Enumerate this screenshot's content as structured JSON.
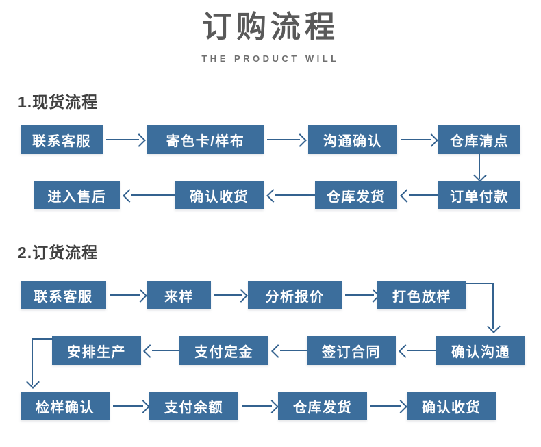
{
  "header": {
    "title": "订购流程",
    "subtitle": "THE PRODUCT WILL"
  },
  "sections": [
    {
      "heading": "1.现货流程",
      "rows": [
        {
          "direction": "ltr",
          "nodes": [
            "联系客服",
            "寄色卡/样布",
            "沟通确认",
            "仓库清点"
          ]
        },
        {
          "direction": "rtl",
          "nodes": [
            "进入售后",
            "确认收货",
            "仓库发货",
            "订单付款"
          ]
        }
      ],
      "connectors": [
        {
          "name": "warehouse-check-to-order-payment",
          "type": "vertical-down"
        }
      ]
    },
    {
      "heading": "2.订货流程",
      "rows": [
        {
          "direction": "ltr",
          "nodes": [
            "联系客服",
            "来样",
            "分析报价",
            "打色放样"
          ]
        },
        {
          "direction": "rtl",
          "nodes": [
            "安排生产",
            "支付定金",
            "签订合同",
            "确认沟通"
          ]
        },
        {
          "direction": "ltr",
          "nodes": [
            "检样确认",
            "支付余额",
            "仓库发货",
            "确认收货"
          ]
        }
      ],
      "connectors": [
        {
          "name": "color-sample-to-confirm-communication",
          "type": "elbow-right-down"
        },
        {
          "name": "arrange-production-to-sample-confirm",
          "type": "elbow-left-down"
        }
      ]
    }
  ],
  "colors": {
    "node_fill": "#3c6e9c",
    "connector": "#34628f",
    "title": "#595959",
    "subtitle": "#6f6f6f",
    "heading": "#3f3f3f",
    "node_text": "#ffffff",
    "background": "#ffffff"
  }
}
